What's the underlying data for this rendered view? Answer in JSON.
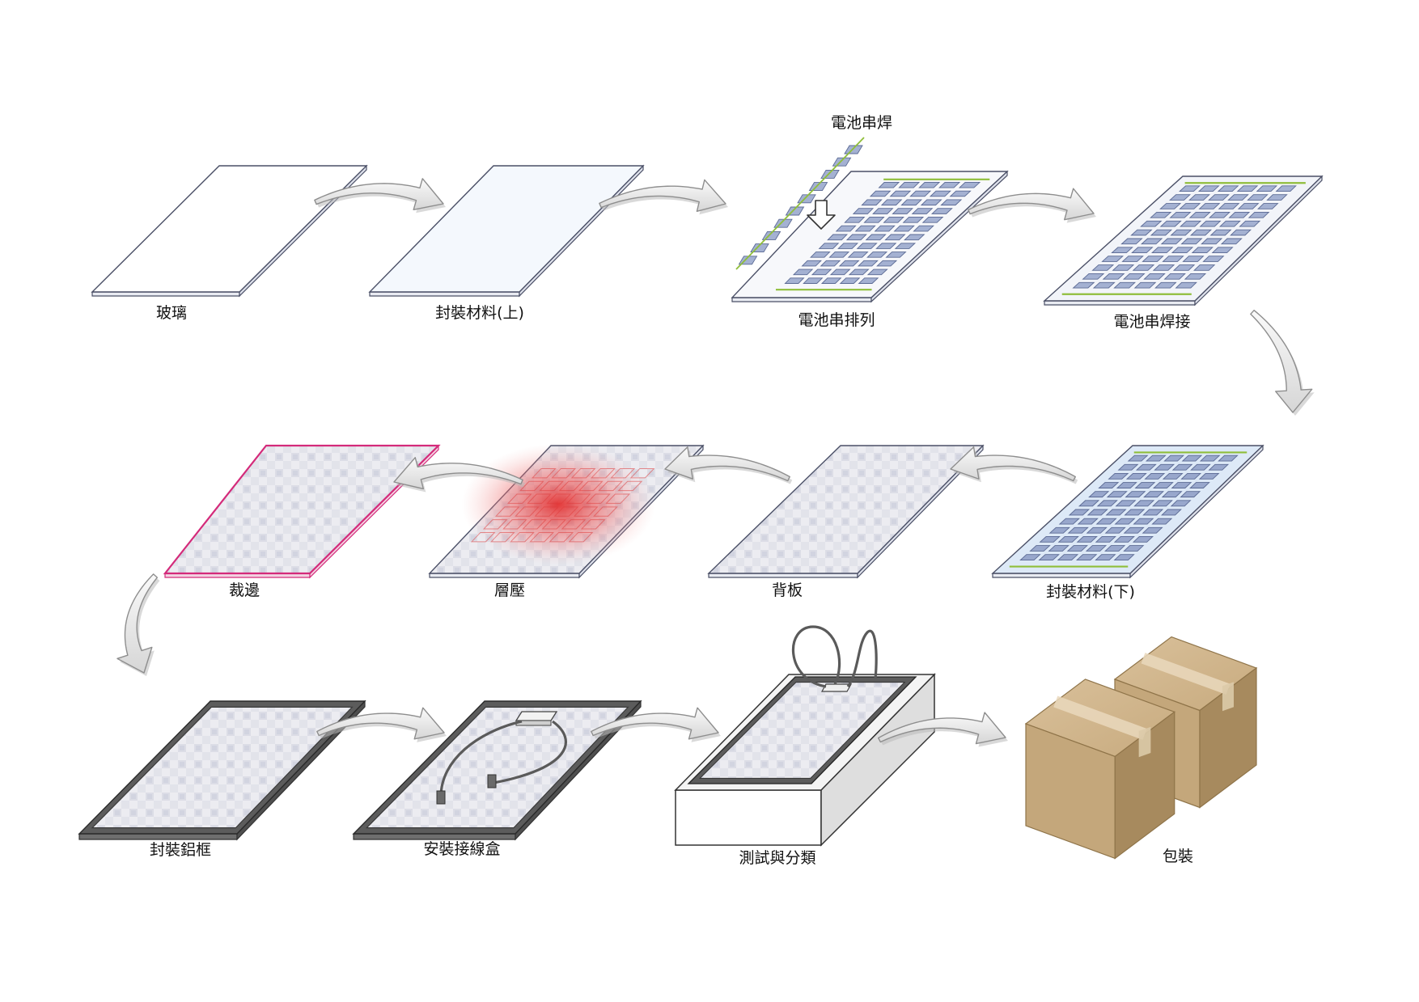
{
  "diagram": {
    "steps": [
      {
        "id": "glass",
        "label": "玻璃"
      },
      {
        "id": "encap-top",
        "label": "封裝材料(上)"
      },
      {
        "id": "cell-layup",
        "label": "電池串排列"
      },
      {
        "id": "string-weld",
        "label": "電池串焊接"
      },
      {
        "id": "encap-bottom",
        "label": "封裝材料(下)"
      },
      {
        "id": "backsheet",
        "label": "背板"
      },
      {
        "id": "laminate",
        "label": "層壓"
      },
      {
        "id": "trim",
        "label": "裁邊"
      },
      {
        "id": "frame",
        "label": "封裝鋁框"
      },
      {
        "id": "jbox",
        "label": "安裝接線盒"
      },
      {
        "id": "test",
        "label": "測試與分類"
      },
      {
        "id": "pack",
        "label": "包裝"
      }
    ],
    "callout": {
      "label": "電池串焊"
    }
  },
  "colors": {
    "panel_stroke": "#4a4f66",
    "cell_fill": "#9aa8cc",
    "weld_line": "#8fbe3a",
    "trim_edge": "#d42a7a",
    "heat": "#e03a3a",
    "frame": "#555555",
    "arrow_fill": "#eeeeee",
    "box_front": "#c4a77b",
    "box_side": "#a78a5e"
  }
}
